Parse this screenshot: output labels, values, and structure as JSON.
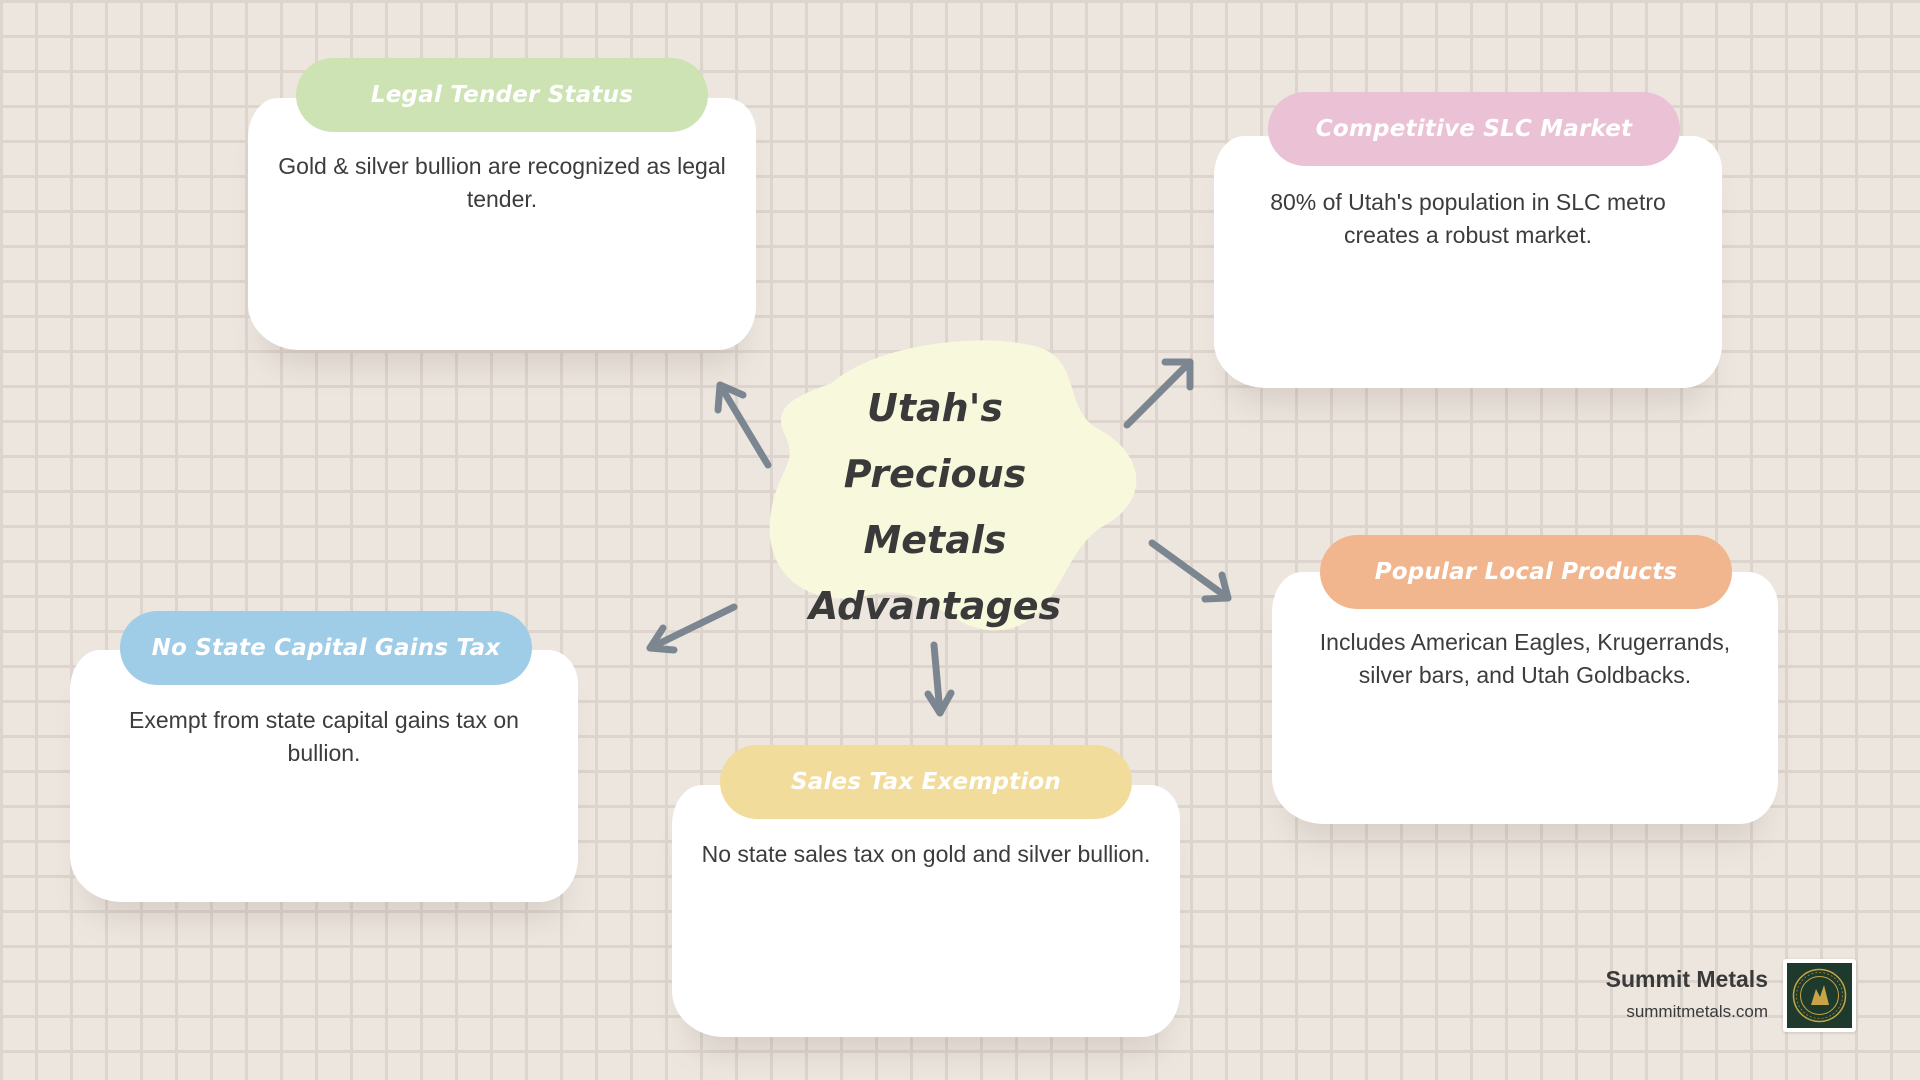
{
  "center": {
    "title_line1": "Utah's Precious",
    "title_line2": "Metals",
    "title_line3": "Advantages"
  },
  "cards": {
    "legal_tender": {
      "title": "Legal Tender Status",
      "text": "Gold & silver bullion are recognized as legal tender.",
      "color": "#cde3b4"
    },
    "slc_market": {
      "title": "Competitive SLC Market",
      "text": "80% of Utah's population in SLC metro creates a robust market.",
      "color": "#ebc1d5"
    },
    "local_products": {
      "title": "Popular Local Products",
      "text": "Includes American Eagles, Krugerrands, silver bars, and Utah Goldbacks.",
      "color": "#f2b68f"
    },
    "capital_gains": {
      "title": "No State Capital Gains Tax",
      "text": "Exempt from state capital gains tax on bullion.",
      "color": "#9fcde8"
    },
    "sales_tax": {
      "title": "Sales Tax Exemption",
      "text": "No state sales tax on gold and silver bullion.",
      "color": "#f2dc9b"
    }
  },
  "brand": {
    "name": "Summit Metals",
    "url": "summitmetals.com",
    "logo_icon": "summit-metals-seal-icon"
  },
  "colors": {
    "blob": "#f8f9dc",
    "arrow": "#7c8691"
  }
}
